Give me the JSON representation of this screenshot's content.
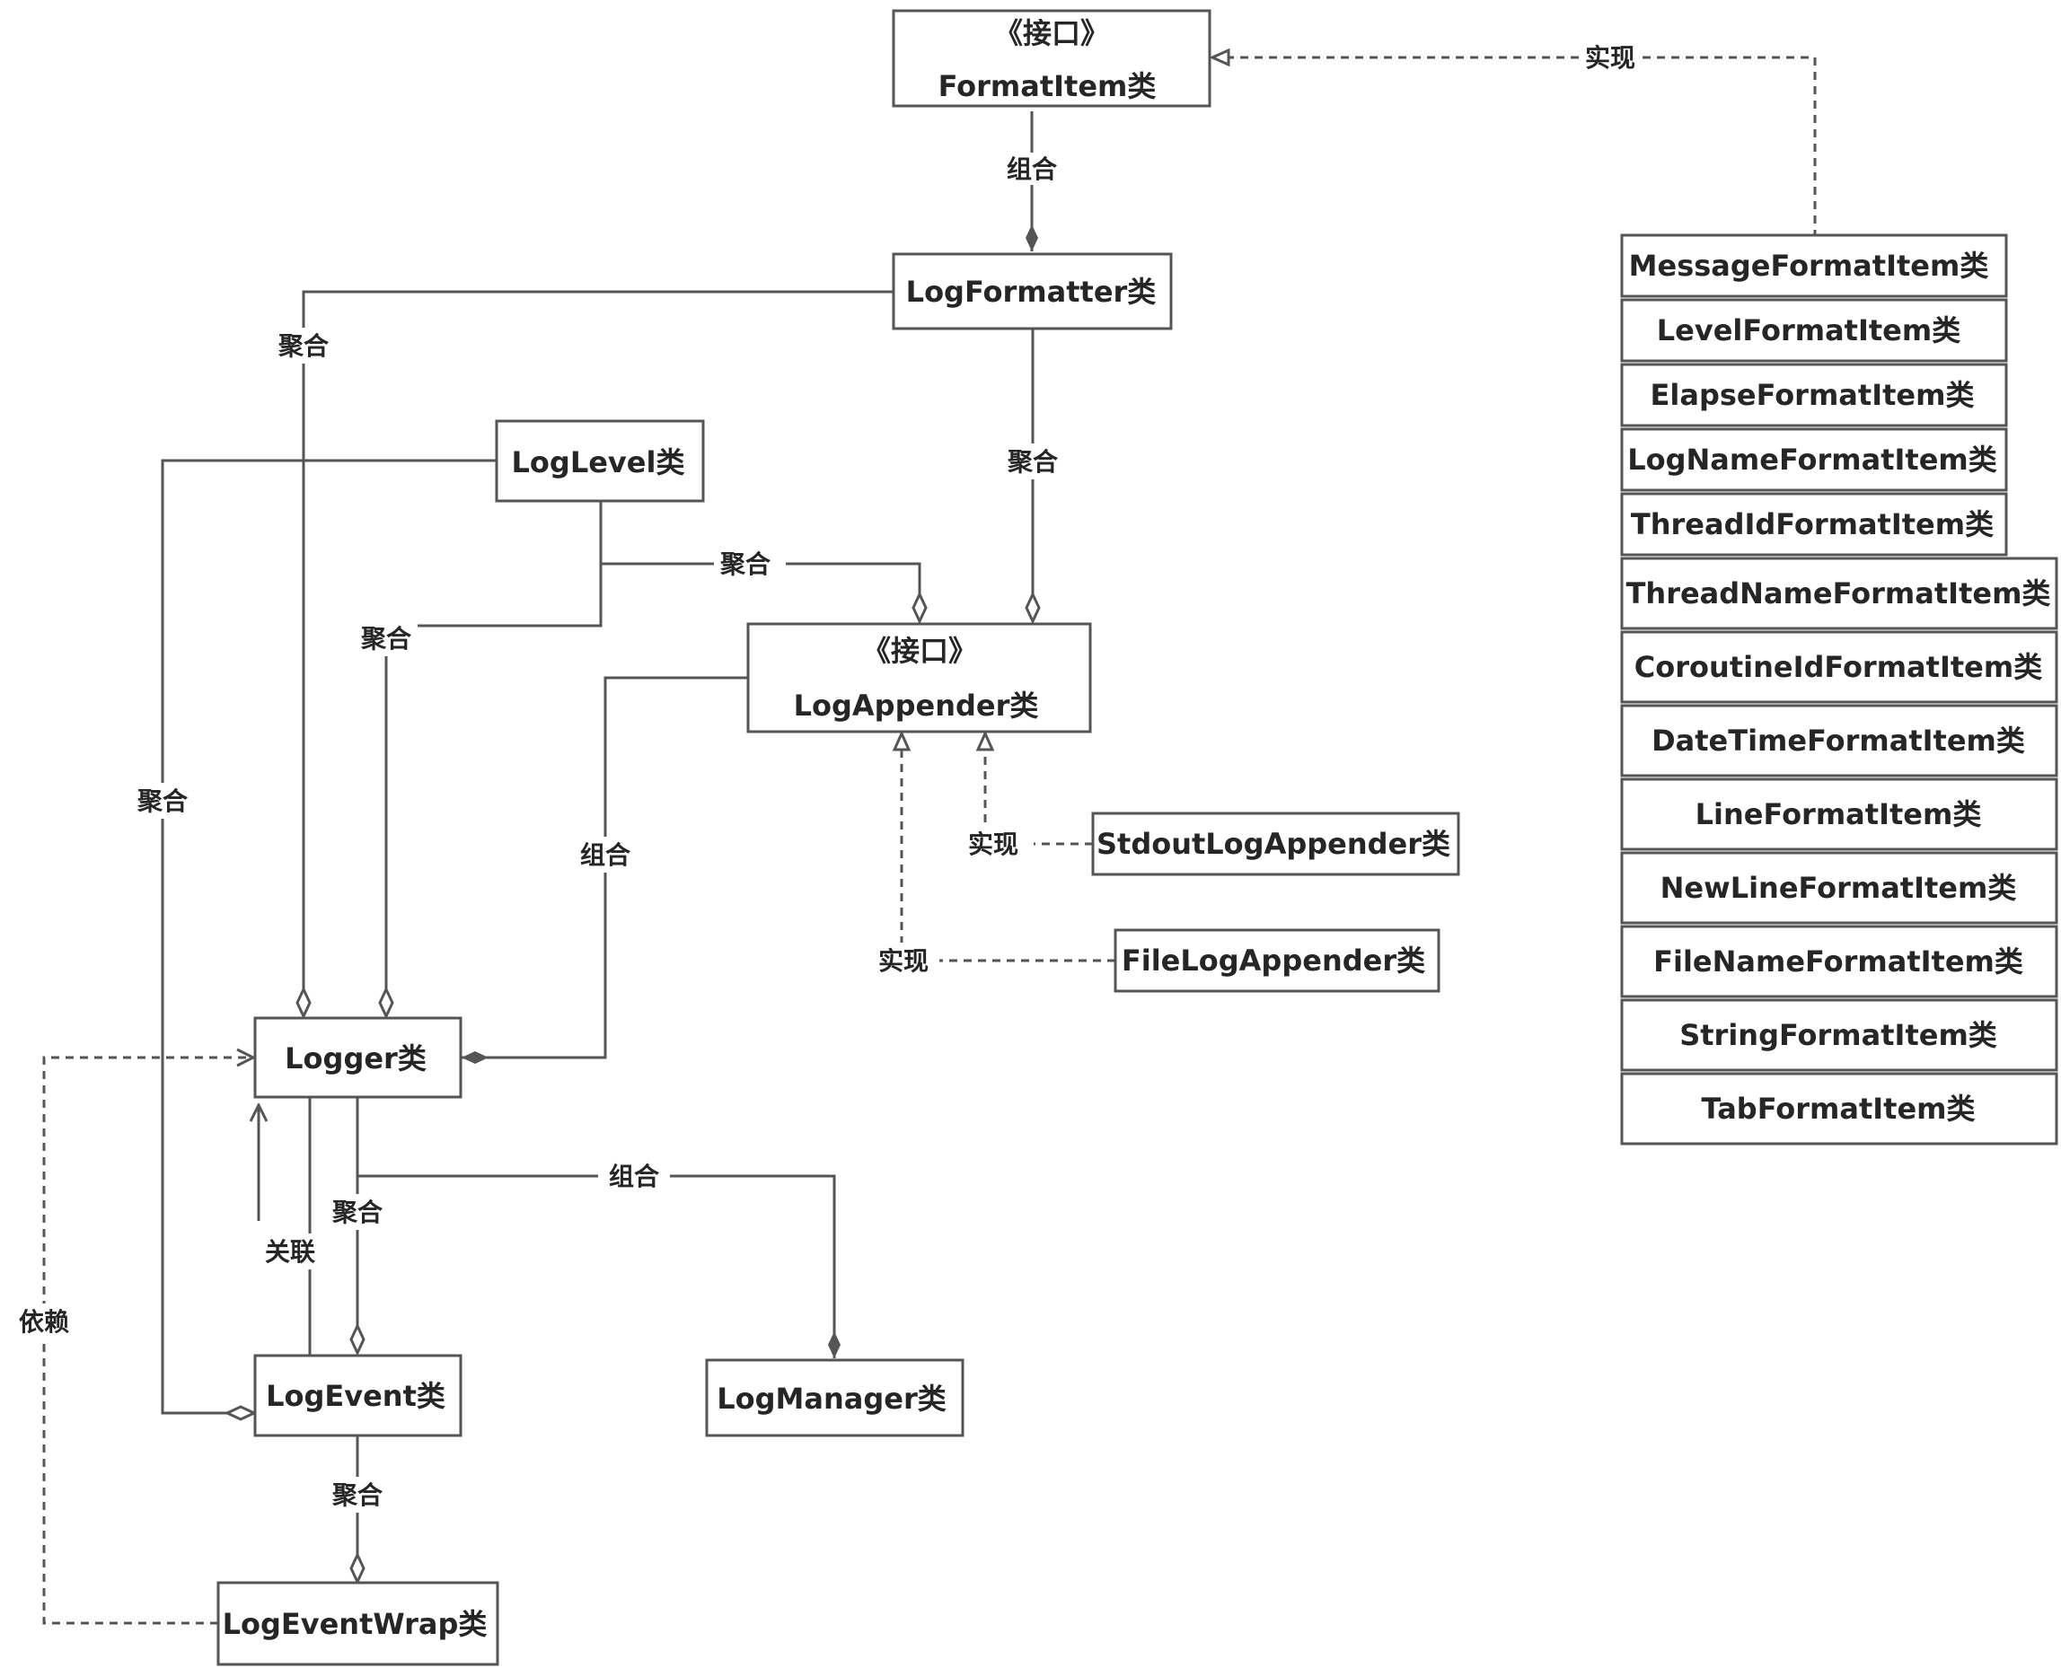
{
  "classes": {
    "formatitem": {
      "stereotype": "《接口》",
      "name": "FormatItem类"
    },
    "logformatter": {
      "name": "LogFormatter类"
    },
    "loglevel": {
      "name": "LogLevel类"
    },
    "logappender": {
      "stereotype": "《接口》",
      "name": "LogAppender类"
    },
    "stdoutlogappender": {
      "name": "StdoutLogAppender类"
    },
    "filelogappender": {
      "name": "FileLogAppender类"
    },
    "logger": {
      "name": "Logger类"
    },
    "logevent": {
      "name": "LogEvent类"
    },
    "logmanager": {
      "name": "LogManager类"
    },
    "logeventwrap": {
      "name": "LogEventWrap类"
    },
    "format_items": [
      "MessageFormatItem类",
      "LevelFormatItem类",
      "ElapseFormatItem类",
      "LogNameFormatItem类",
      "ThreadIdFormatItem类",
      "ThreadNameFormatItem类",
      "CoroutineIdFormatItem类",
      "DateTimeFormatItem类",
      "LineFormatItem类",
      "NewLineFormatItem类",
      "FileNameFormatItem类",
      "StringFormatItem类",
      "TabFormatItem类"
    ]
  },
  "relations": {
    "impl_formatitems": "实现",
    "formatitem_formatter": "组合",
    "formatter_logger": "聚合",
    "formatter_appender": "聚合",
    "level_appender": "聚合",
    "level_logger": "聚合",
    "level_event": "聚合",
    "appender_logger": "组合",
    "impl_stdout": "实现",
    "impl_file": "实现",
    "logger_event": "聚合",
    "event_logger": "关联",
    "logger_manager": "组合",
    "event_wrap": "聚合",
    "wrap_logger": "依赖"
  },
  "relation_kinds": {
    "composition": "filled-diamond",
    "aggregation": "hollow-diamond",
    "realization": "dashed-hollow-triangle",
    "association": "open-arrow",
    "dependency": "dashed-open-arrow"
  },
  "colors": {
    "stroke": "#555555",
    "text": "#262626",
    "background": "#ffffff"
  }
}
